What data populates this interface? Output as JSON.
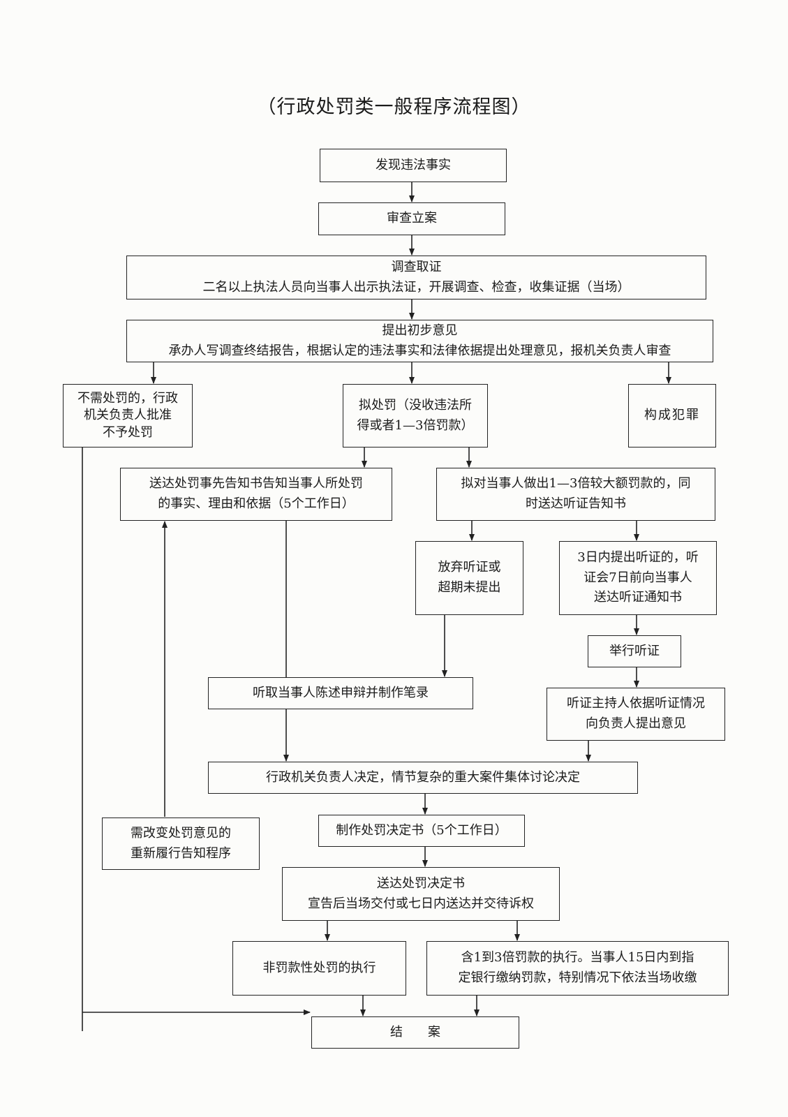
{
  "title": "（行政处罚类一般程序流程图）",
  "nodes": {
    "discover": "发现违法事实",
    "review": "审查立案",
    "investigate": {
      "line1": "调查取证",
      "line2": "二名以上执法人员向当事人出示执法证，开展调查、检查，收集证据（当场）"
    },
    "opinion": {
      "line1": "提出初步意见",
      "line2": "承办人写调查终结报告，根据认定的违法事实和法律依据提出处理意见，报机关负责人审查"
    },
    "no_penalty": {
      "line1": "不需处罚的，行政",
      "line2": "机关负责人批准",
      "line3": "不予处罚"
    },
    "propose_penalty": {
      "line1": "拟处罚（没收违法所",
      "line2": "得或者1—3倍罚款）"
    },
    "crime": "构成犯罪",
    "notice": {
      "line1": "送达处罚事先告知书告知当事人所处罚",
      "line2": "的事实、理由和依据（5个工作日）"
    },
    "large_fine": {
      "line1": "拟对当事人做出1—3倍较大额罚款的，同",
      "line2": "时送达听证告知书"
    },
    "waive_hearing": {
      "line1": "放弃听证或",
      "line2": "超期未提出"
    },
    "hearing_request": {
      "line1": "3日内提出听证的，听",
      "line2": "证会7日前向当事人",
      "line3": "送达听证通知书"
    },
    "hold_hearing": "举行听证",
    "hearing_opinion": {
      "line1": "听证主持人依据听证情况",
      "line2": "向负责人提出意见"
    },
    "statement": "听取当事人陈述申辩并制作笔录",
    "decision": "行政机关负责人决定，情节复杂的重大案件集体讨论决定",
    "change_opinion": {
      "line1": "需改变处罚意见的",
      "line2": "重新履行告知程序"
    },
    "make_decision": "制作处罚决定书（5个工作日）",
    "deliver_decision": {
      "line1": "送达处罚决定书",
      "line2": "宣告后当场交付或七日内送达并交待诉权"
    },
    "non_fine_exec": "非罚款性处罚的执行",
    "fine_exec": {
      "line1": "含1到3倍罚款的执行。当事人15日内到指",
      "line2": "定银行缴纳罚款，特别情况下依法当场收缴"
    },
    "close": "结　　案"
  }
}
